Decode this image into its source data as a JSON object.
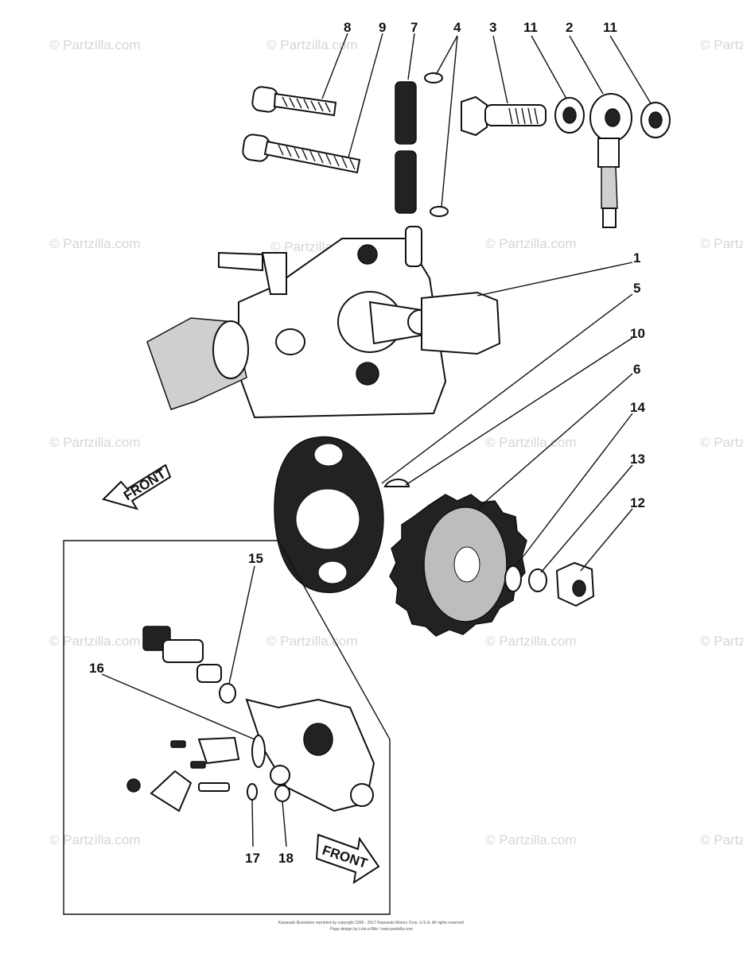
{
  "watermark": "© Partzilla.com",
  "front_label": "FRONT",
  "callouts": {
    "c1": "1",
    "c2": "2",
    "c3": "3",
    "c4": "4",
    "c5": "5",
    "c6": "6",
    "c7": "7",
    "c8": "8",
    "c9": "9",
    "c10": "10",
    "c11a": "11",
    "c11b": "11",
    "c12": "12",
    "c13": "13",
    "c14": "14",
    "c15": "15",
    "c16": "16",
    "c17": "17",
    "c18": "18"
  },
  "footer": {
    "line1": "Kawasaki Illustration reprinted by copyright 1969 - 2017 Kawasaki Motors Corp. U.S.A. All rights reserved.",
    "line2": "Page design by Lots-a-Bits / www.partzilla.com"
  }
}
